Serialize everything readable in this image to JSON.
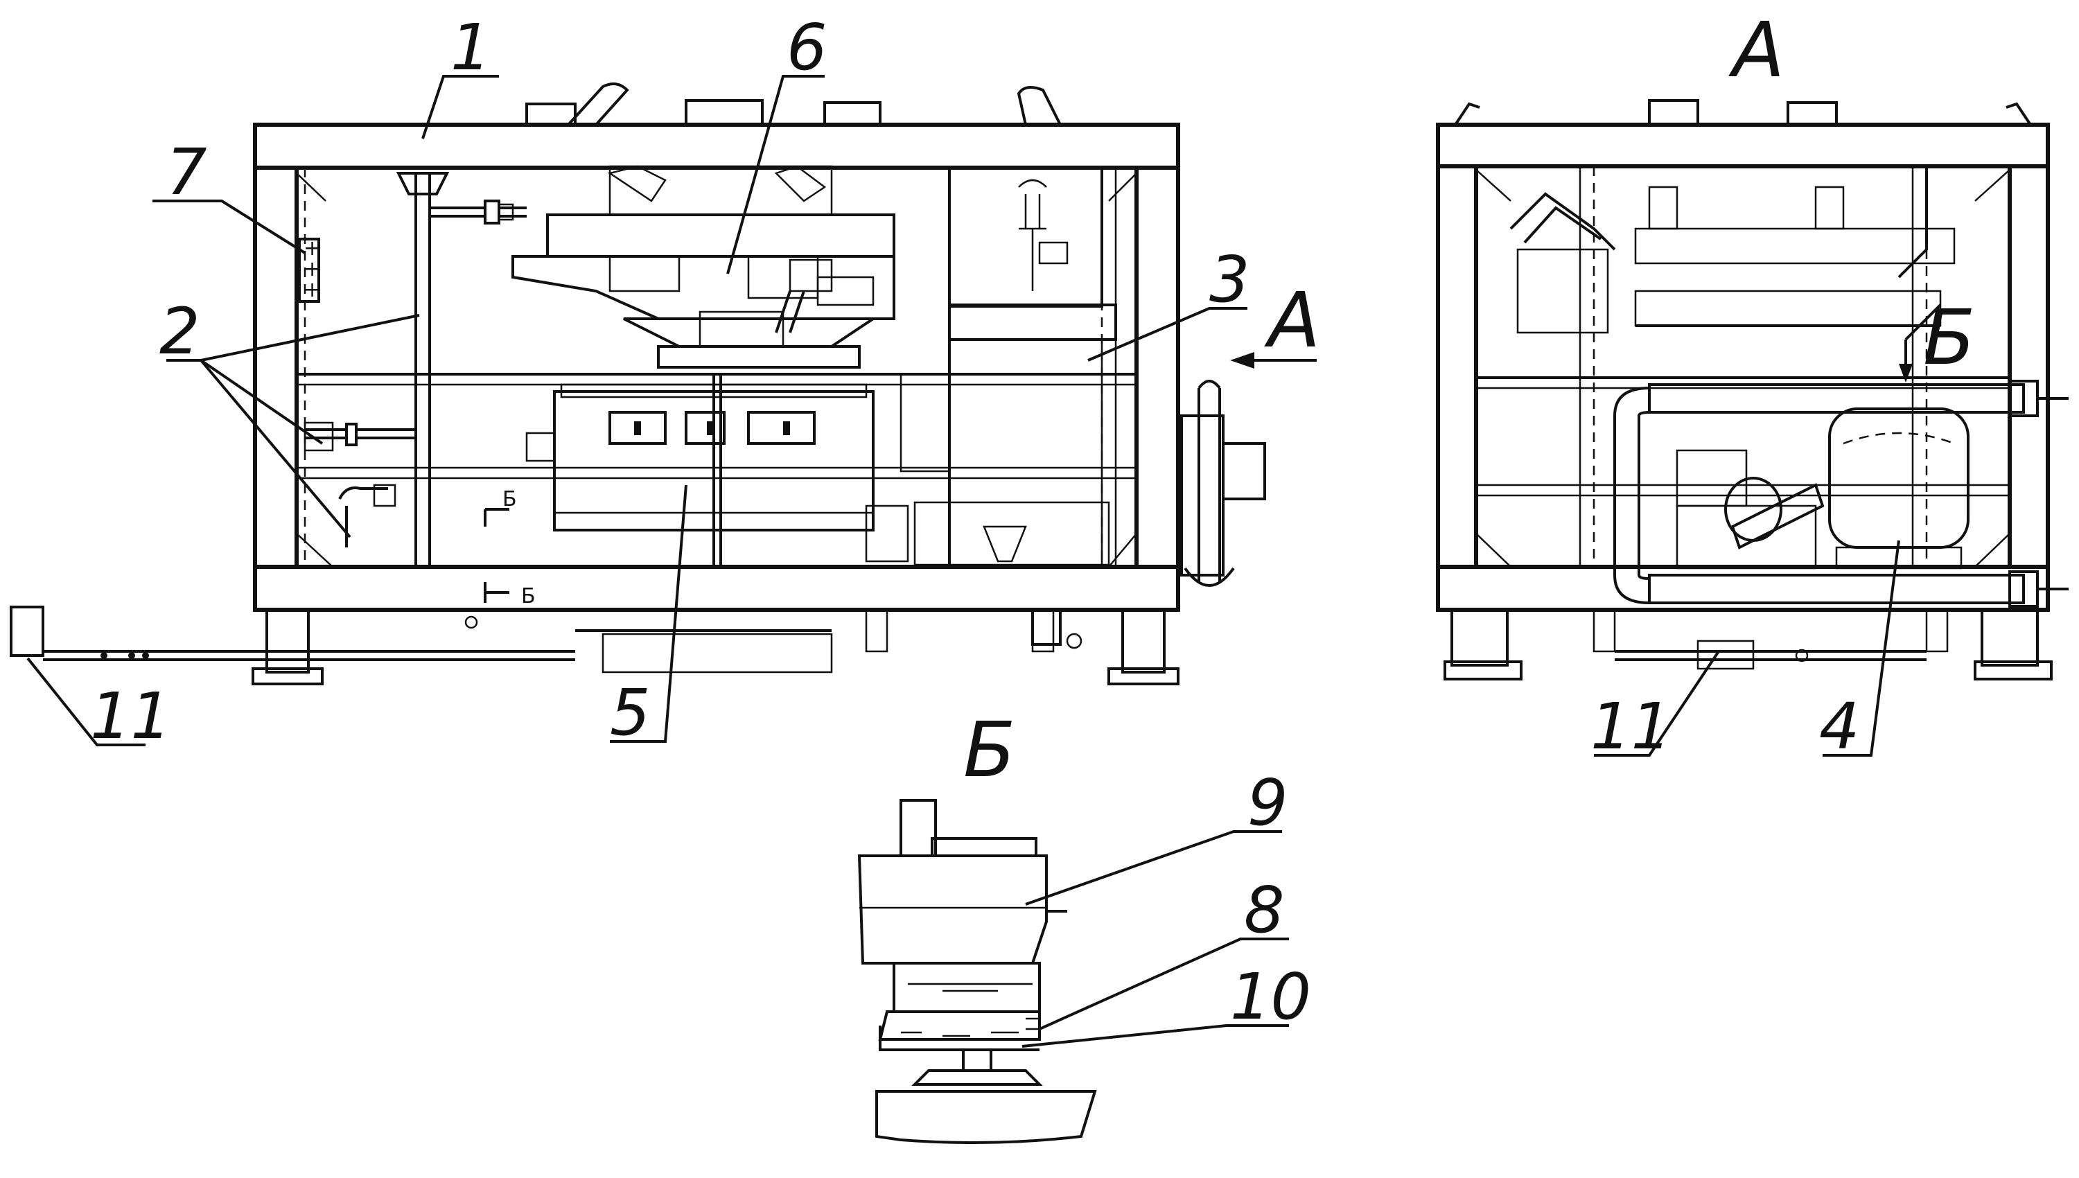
{
  "labels": {
    "l1": "1",
    "l2": "2",
    "l3": "3",
    "l4": "4",
    "l5": "5",
    "l6": "6",
    "l7": "7",
    "l8": "8",
    "l9": "9",
    "l10": "10",
    "l11_left": "11",
    "l11_right": "11"
  },
  "views": {
    "view_a_arrow": "А",
    "view_a_title": "А",
    "view_b_arrow": "Б",
    "view_b_title": "Б",
    "section_mark_top": "Б",
    "section_mark_bottom": "Б"
  }
}
